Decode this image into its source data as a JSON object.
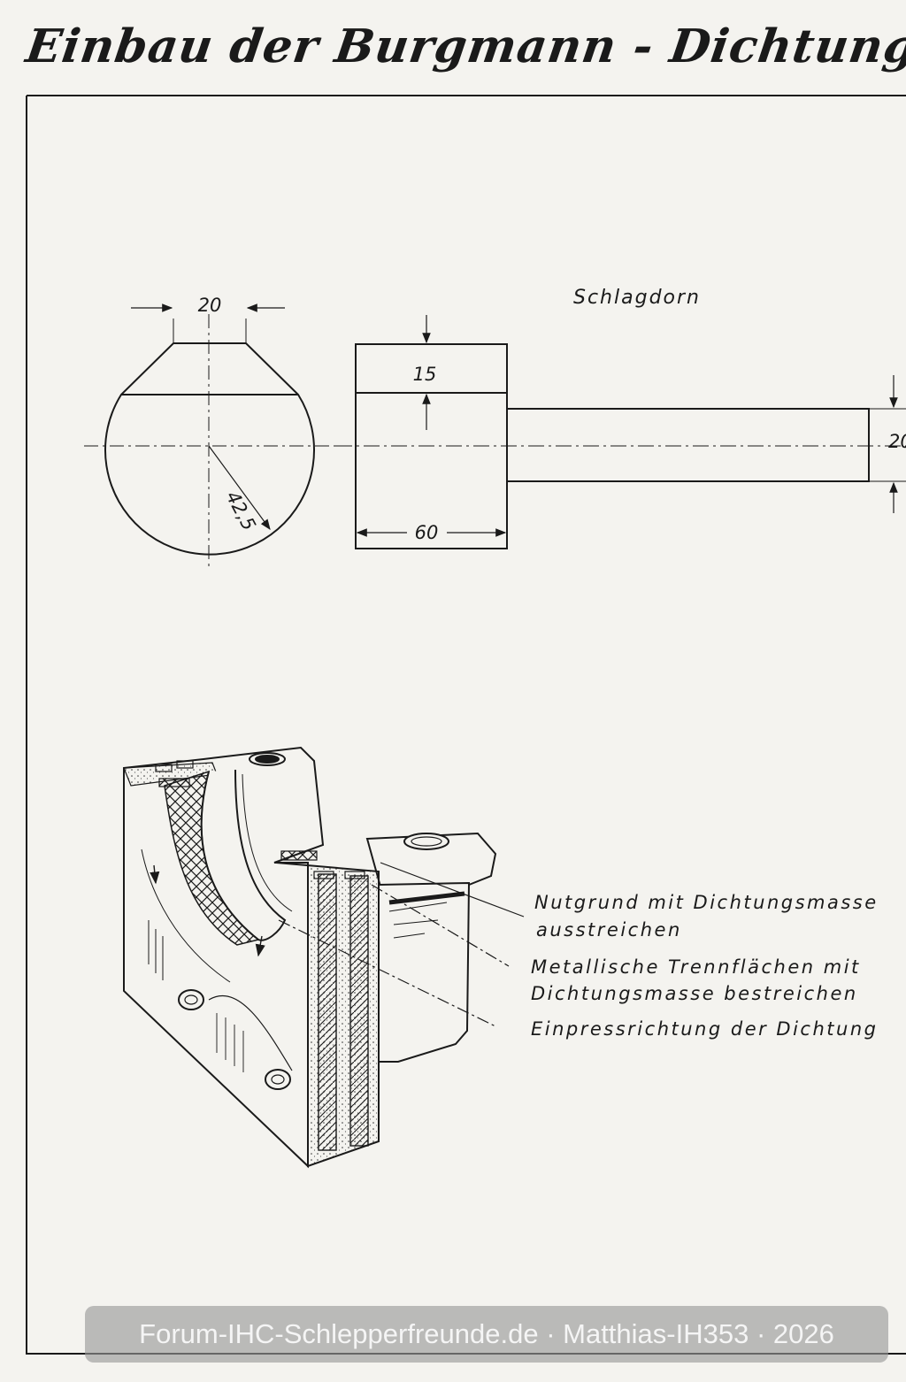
{
  "title": "Einbau der Burgmann - Dichtung",
  "drawing": {
    "tool_label": "Schlagdorn",
    "dim_flat_width": "20",
    "dim_radius": "42,5",
    "dim_top_height": "15",
    "dim_head_length": "60",
    "dim_shaft_diameter": "20"
  },
  "callouts": {
    "line1a": "Nutgrund mit Dichtungsmasse",
    "line1b": "ausstreichen",
    "line2a": "Metallische Trennflächen mit",
    "line2b": "Dichtungsmasse bestreichen",
    "line3": "Einpressrichtung der Dichtung"
  },
  "watermark": "Forum-IHC-Schlepperfreunde.de · Matthias-IH353 · 2026"
}
